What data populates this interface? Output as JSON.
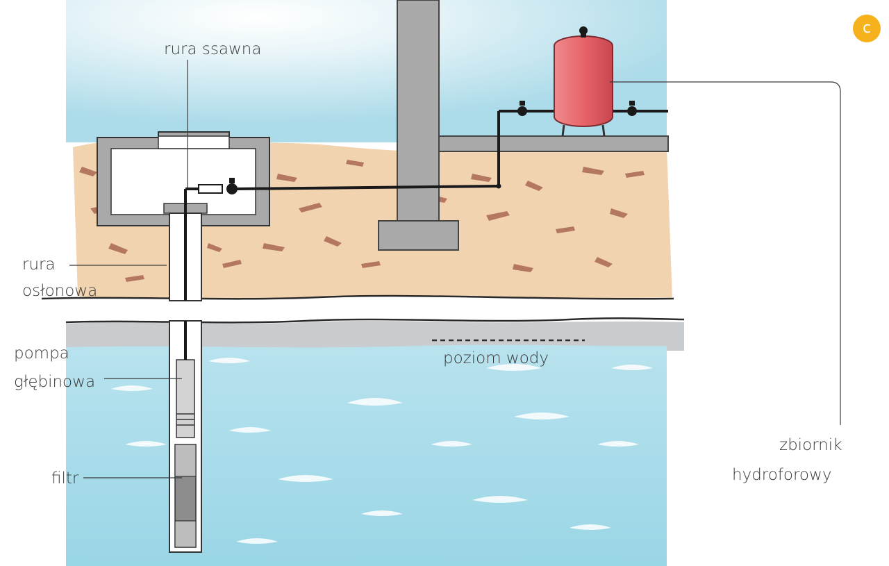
{
  "badge": {
    "text": "c",
    "color": "#f5b21d"
  },
  "labels": {
    "suction_pipe": "rura ssawna",
    "casing_pipe_line1": "rura",
    "casing_pipe_line2": "osłonowa",
    "deep_pump_line1": "pompa",
    "deep_pump_line2": "głębinowa",
    "filter": "filtr",
    "water_level": "poziom wody",
    "tank_line1": "zbiornik",
    "tank_line2": "hydroforowy"
  },
  "colors": {
    "sky": "#bfe3ee",
    "soil": "#f2d3b0",
    "water": "#a9dcea",
    "concrete": "#a9a9a9",
    "tank": "#e8646a",
    "pipe": "#1a1a1a"
  }
}
